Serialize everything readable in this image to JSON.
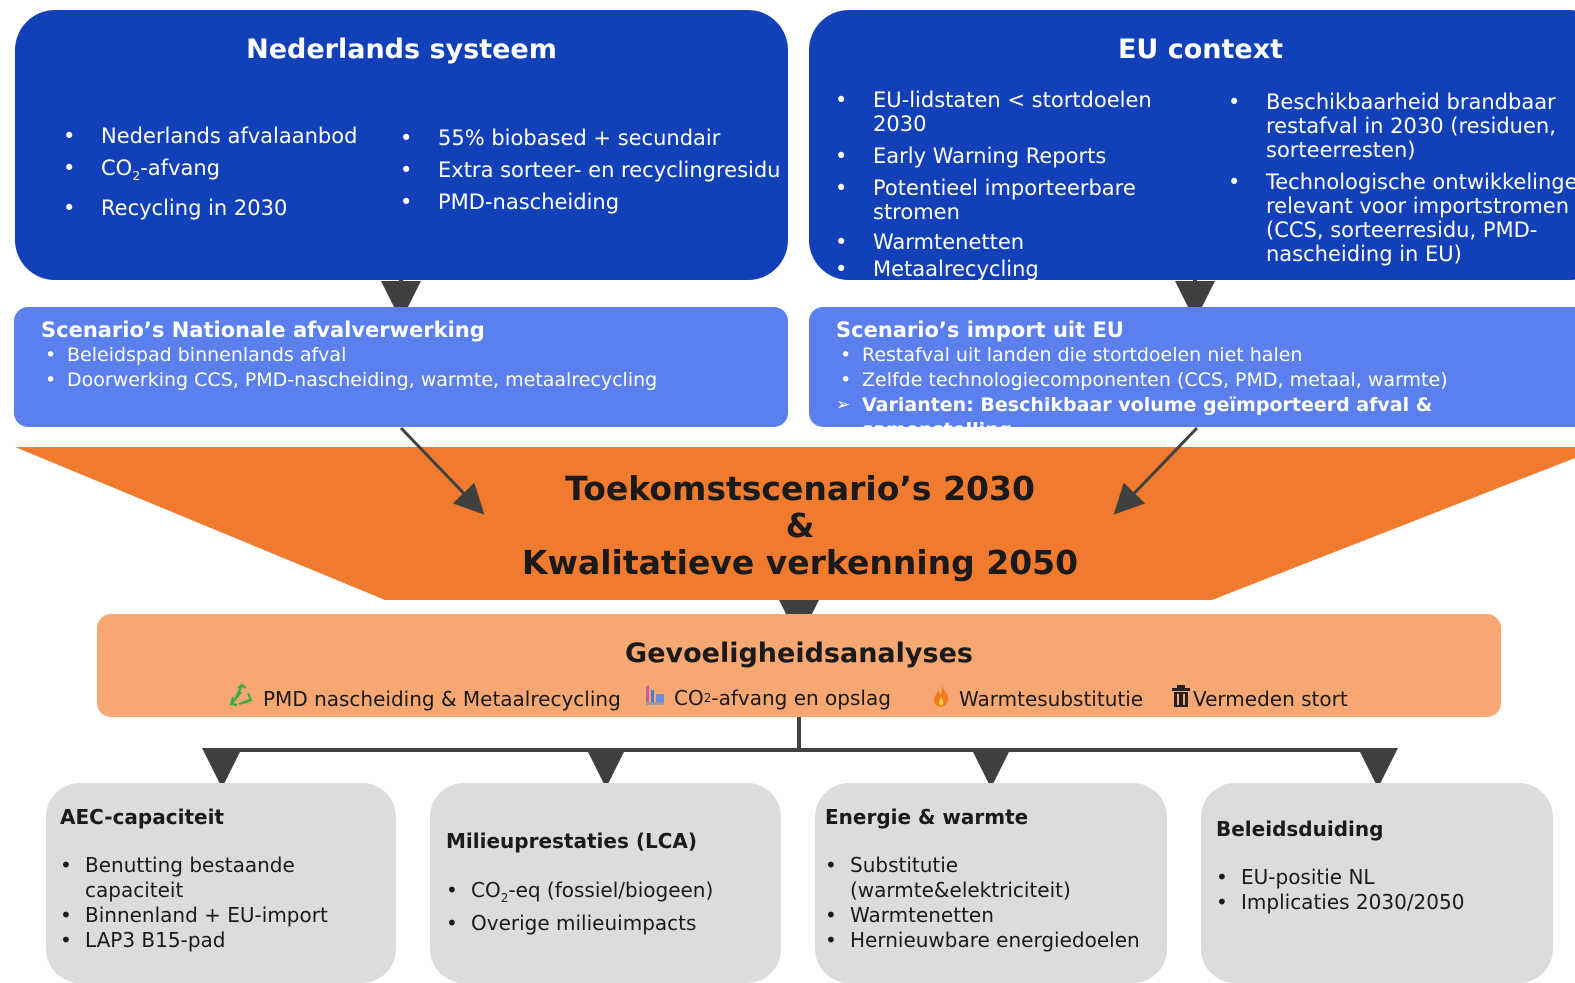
{
  "nl": {
    "title": "Nederlands systeem",
    "left_items": [
      "Nederlands afvalaanbod",
      "CO",
      "Recycling in 2030"
    ],
    "co2_suffix": "-afvang",
    "right_items": [
      "55% biobased + secundair",
      "Extra sorteer- en  recyclingresidu",
      "PMD-nascheiding"
    ]
  },
  "eu": {
    "title": "EU context",
    "left_items": [
      "EU-lidstaten < stortdoelen 2030",
      "Early Warning Reports",
      "Potentieel importeerbare stromen",
      "Warmtenetten",
      "Metaalrecycling"
    ],
    "right_items": [
      "Beschikbaarheid brandbaar restafval in 2030 (residuen, sorteerresten)",
      "Technologische ontwikkelingen relevant voor importstromen (CCS, sorteerresidu, PMD-nascheiding in EU)"
    ]
  },
  "scen_nl": {
    "title": "Scenario’s Nationale afvalverwerking",
    "items": [
      "Beleidspad binnenlands afval",
      "Doorwerking CCS, PMD-nascheiding, warmte, metaalrecycling"
    ]
  },
  "scen_eu": {
    "title": "Scenario’s import uit EU",
    "items": [
      "Restafval uit landen die stortdoelen niet halen",
      "Zelfde technologiecomponenten (CCS, PMD, metaal, warmte)"
    ],
    "variant": "Varianten: Beschikbaar volume geïmporteerd afval & samenstelling"
  },
  "funnel": {
    "line1": "Toekomstscenario’s 2030",
    "line2": "&",
    "line3": "Kwalitatieve verkenning 2050"
  },
  "gev": {
    "title": "Gevoeligheidsanalyses",
    "item1": "PMD nascheiding & Metaalrecycling",
    "item2_pre": "CO",
    "item2_post": "-afvang en opslag",
    "item3": "Warmtesubstitutie",
    "item4": "Vermeden stort",
    "icons": [
      "recycle-icon",
      "factory-icon",
      "flame-icon",
      "trash-icon"
    ]
  },
  "outputs": [
    {
      "title": "AEC-capaciteit",
      "items": [
        "Benutting bestaande capaciteit",
        "Binnenland + EU-import",
        "LAP3 B15-pad"
      ]
    },
    {
      "title": "Milieuprestaties (LCA)",
      "items": [
        "-eq (fossiel/biogeen)",
        "Overige milieuimpacts"
      ],
      "co2_prefix": "CO"
    },
    {
      "title": "Energie & warmte",
      "items": [
        "Substitutie (warmte&elektriciteit)",
        "Warmtenetten",
        "Hernieuwbare energiedoelen"
      ]
    },
    {
      "title": "Beleidsduiding",
      "items": [
        "EU-positie NL",
        "Implicaties 2030/2050"
      ]
    }
  ],
  "colors": {
    "dark_blue": "#1240b8",
    "light_blue": "#5b80ee",
    "orange": "#f07a2e",
    "light_orange": "#f7a772",
    "grey": "#dcdcdc",
    "arrow": "#404040"
  }
}
